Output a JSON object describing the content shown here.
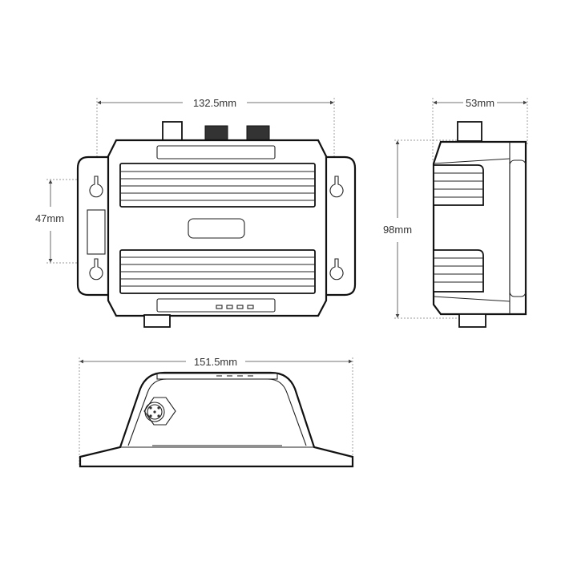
{
  "title": "Device dimension drawing",
  "views": {
    "front": {
      "width_label": "132.5mm",
      "hole_spacing_label": "47mm"
    },
    "side": {
      "depth_label": "53mm",
      "height_label": "98mm"
    },
    "bottom": {
      "width_label": "151.5mm"
    }
  },
  "colors": {
    "line": "#111111",
    "dimension": "#444444"
  }
}
